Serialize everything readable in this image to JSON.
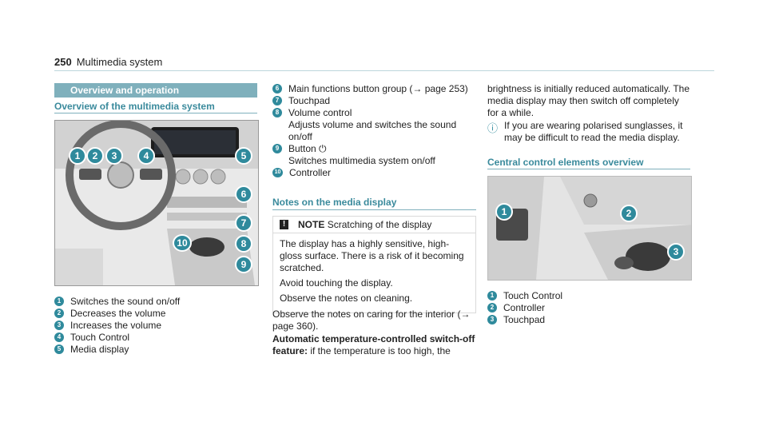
{
  "header": {
    "page_number": "250",
    "title": "Multimedia system"
  },
  "left": {
    "section_title": "Overview and operation",
    "subtitle": "Overview of the multimedia system",
    "callouts": [
      "1",
      "2",
      "3",
      "4",
      "5",
      "6",
      "7",
      "8",
      "9",
      "10"
    ],
    "items": [
      {
        "n": "1",
        "text": "Switches the sound on/off"
      },
      {
        "n": "2",
        "text": "Decreases the volume"
      },
      {
        "n": "3",
        "text": "Increases the volume"
      },
      {
        "n": "4",
        "text": "Touch Control"
      },
      {
        "n": "5",
        "text": "Media display"
      }
    ]
  },
  "middle": {
    "items": [
      {
        "n": "6",
        "text": "Main functions button group (→ page 253)"
      },
      {
        "n": "7",
        "text": "Touchpad"
      },
      {
        "n": "8",
        "text": "Volume control\nAdjusts volume and switches the sound\non/off"
      },
      {
        "n": "9",
        "text": "Button ⏻\nSwitches multimedia system on/off"
      },
      {
        "n": "10",
        "text": "Controller"
      }
    ],
    "notes_title": "Notes on the media display",
    "note": {
      "label": "NOTE",
      "heading": "Scratching of the display",
      "body1": "The display has a highly sensitive, high-gloss surface. There is a risk of it becoming scratched.",
      "body2": "Avoid touching the display.",
      "body3": "Observe the notes on cleaning."
    },
    "observe": "Observe the notes on caring for the interior (→ page 360).",
    "auto_bold": "Automatic temperature-controlled switch-off feature:",
    "auto_text": " if the temperature is too high, the"
  },
  "right": {
    "para1": "brightness is initially reduced automatically. The media display may then switch off completely for a while.",
    "info": "If you are wearing polarised sunglasses, it may be difficult to read the media display.",
    "subtitle": "Central control elements overview",
    "callouts": [
      "1",
      "2",
      "3"
    ],
    "items": [
      {
        "n": "1",
        "text": "Touch Control"
      },
      {
        "n": "2",
        "text": "Controller"
      },
      {
        "n": "3",
        "text": "Touchpad"
      }
    ]
  }
}
